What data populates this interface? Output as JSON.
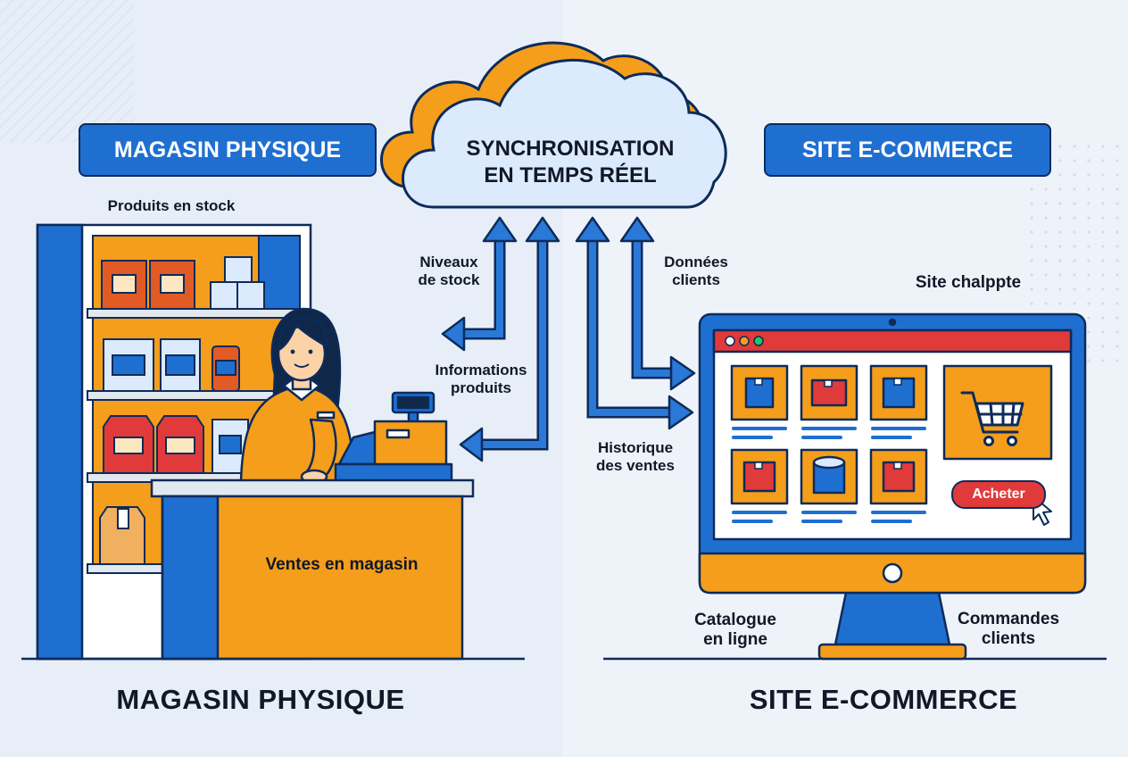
{
  "header": {
    "left_title": "MAGASIN PHYSIQUE",
    "right_title": "SITE E-COMMERCE",
    "cloud_title_line1": "SYNCHRONISATION",
    "cloud_title_line2": "EN TEMPS RÉEL"
  },
  "store": {
    "shelf_label": "Produits en stock",
    "counter_label": "Ventes en magasin",
    "bottom_title": "MAGASIN PHYSIQUE"
  },
  "flows": {
    "stock_levels_line1": "Niveaux",
    "stock_levels_line2": "de stock",
    "product_info_line1": "Informations",
    "product_info_line2": "produits",
    "customer_data_line1": "Données",
    "customer_data_line2": "clients",
    "sales_history_line1": "Historique",
    "sales_history_line2": "des ventes"
  },
  "ecommerce": {
    "site_label": "Site chalppte",
    "buy_button": "Acheter",
    "catalog_line1": "Catalogue",
    "catalog_line2": "en ligne",
    "orders_line1": "Commandes",
    "orders_line2": "clients",
    "bottom_title": "SITE E-COMMERCE"
  },
  "colors": {
    "blue": "#1f6fd1",
    "orange": "#f59e1b",
    "red": "#e03a3a",
    "outline": "#0d2b5a",
    "background": "#eef3fa"
  }
}
